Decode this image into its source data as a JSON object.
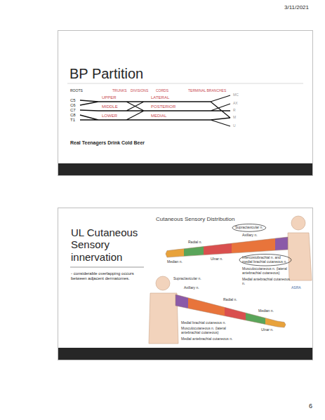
{
  "diagram": {
    "nodes": [
      {
        "text": [
          "BP Partition"
        ]
      },
      {
        "text": [
          "UL Cutaneous Sensory innervation",
          "- considerable overlapping occurs between adjacent dermatomes."
        ]
      }
    ],
    "labels": [
      "3/11/2021",
      "ROOTS",
      "TRUNKS",
      "DIVISIONS",
      "CORDS",
      "TERMINAL BRANCHES",
      "C5",
      "C6",
      "C7",
      "C8",
      "T1",
      "UPPER",
      "MIDDLE",
      "LOWER",
      "LATERAL",
      "POSTERIOR",
      "MEDIAL",
      "MC",
      "AX",
      "R",
      "M",
      "U",
      "Real Teenagers Drink Cold Beer",
      "Cutaneous Sensory Distribution",
      "Supraclavicular n.",
      "Axillary n.",
      "Radial n.",
      "Intercostobrachial n. and medial brachial cutaneous n.",
      "Median n.",
      "Ulnar n.",
      "Musculocutaneous n. (lateral antebrachial cutaneous)",
      "Medial antebrachial cutaneous n.",
      "ASRA",
      "Supraclavicular n.",
      "Axillary n.",
      "Radial n.",
      "Medial brachial cutaneous n.",
      "Musculocutaneous n. (lateral antebrachial cutaneous)",
      "Medial antebrachial cutaneous n.",
      "Median n.",
      "Ulnar n.",
      "6"
    ]
  }
}
